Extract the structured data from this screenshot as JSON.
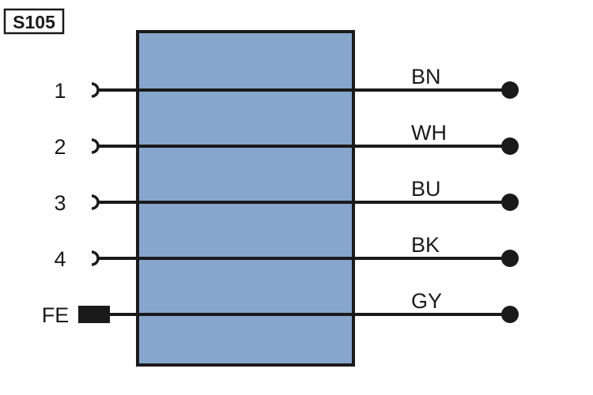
{
  "label": "S105",
  "colors": {
    "housing_fill": "#86A6CC",
    "stroke": "#1a1a1a"
  },
  "pins": [
    {
      "pin": "1",
      "wire_color": "BN",
      "terminal": "socket"
    },
    {
      "pin": "2",
      "wire_color": "WH",
      "terminal": "socket"
    },
    {
      "pin": "3",
      "wire_color": "BU",
      "terminal": "socket"
    },
    {
      "pin": "4",
      "wire_color": "BK",
      "terminal": "socket"
    },
    {
      "pin": "FE",
      "wire_color": "GY",
      "terminal": "functional-earth"
    }
  ]
}
